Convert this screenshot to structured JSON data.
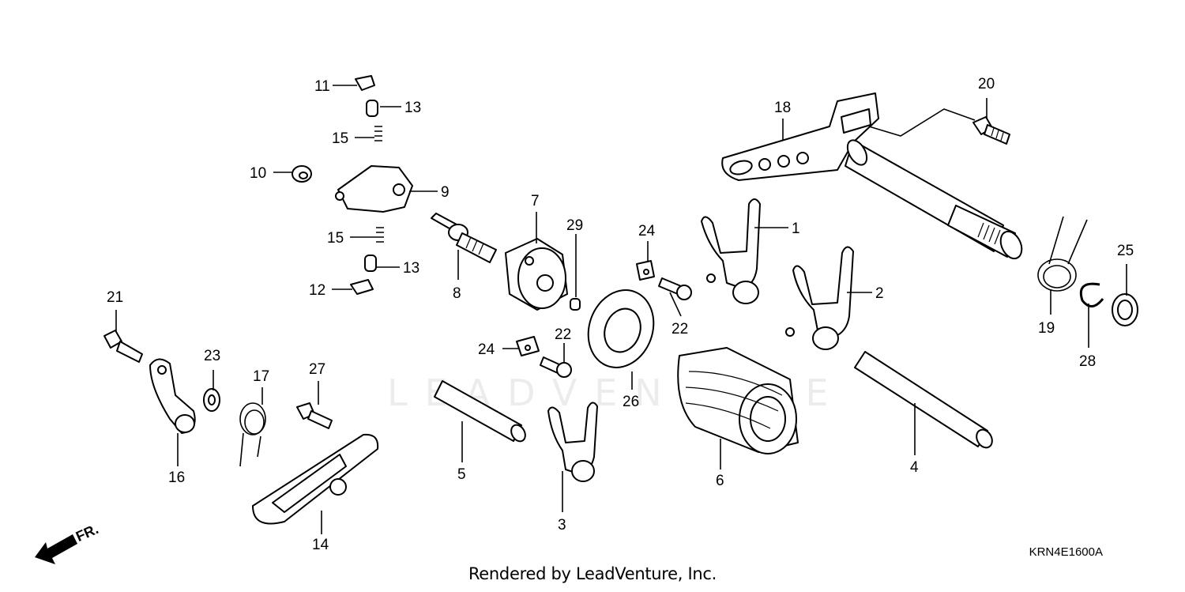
{
  "diagram": {
    "diagram_code": "KRN4E1600A",
    "credit": "Rendered by LeadVenture, Inc.",
    "watermark": "LEADVENTURE",
    "direction_label": "FR.",
    "callouts": [
      {
        "id": "c1",
        "label": "1"
      },
      {
        "id": "c2",
        "label": "2"
      },
      {
        "id": "c3",
        "label": "3"
      },
      {
        "id": "c4",
        "label": "4"
      },
      {
        "id": "c5",
        "label": "5"
      },
      {
        "id": "c6",
        "label": "6"
      },
      {
        "id": "c7",
        "label": "7"
      },
      {
        "id": "c8",
        "label": "8"
      },
      {
        "id": "c9",
        "label": "9"
      },
      {
        "id": "c10",
        "label": "10"
      },
      {
        "id": "c11",
        "label": "11"
      },
      {
        "id": "c12",
        "label": "12"
      },
      {
        "id": "c13a",
        "label": "13"
      },
      {
        "id": "c13b",
        "label": "13"
      },
      {
        "id": "c14",
        "label": "14"
      },
      {
        "id": "c15a",
        "label": "15"
      },
      {
        "id": "c15b",
        "label": "15"
      },
      {
        "id": "c16",
        "label": "16"
      },
      {
        "id": "c17",
        "label": "17"
      },
      {
        "id": "c18",
        "label": "18"
      },
      {
        "id": "c19",
        "label": "19"
      },
      {
        "id": "c20",
        "label": "20"
      },
      {
        "id": "c21",
        "label": "21"
      },
      {
        "id": "c22a",
        "label": "22"
      },
      {
        "id": "c22b",
        "label": "22"
      },
      {
        "id": "c23",
        "label": "23"
      },
      {
        "id": "c24a",
        "label": "24"
      },
      {
        "id": "c24b",
        "label": "24"
      },
      {
        "id": "c25",
        "label": "25"
      },
      {
        "id": "c26",
        "label": "26"
      },
      {
        "id": "c27",
        "label": "27"
      },
      {
        "id": "c28",
        "label": "28"
      },
      {
        "id": "c29",
        "label": "29"
      }
    ]
  }
}
